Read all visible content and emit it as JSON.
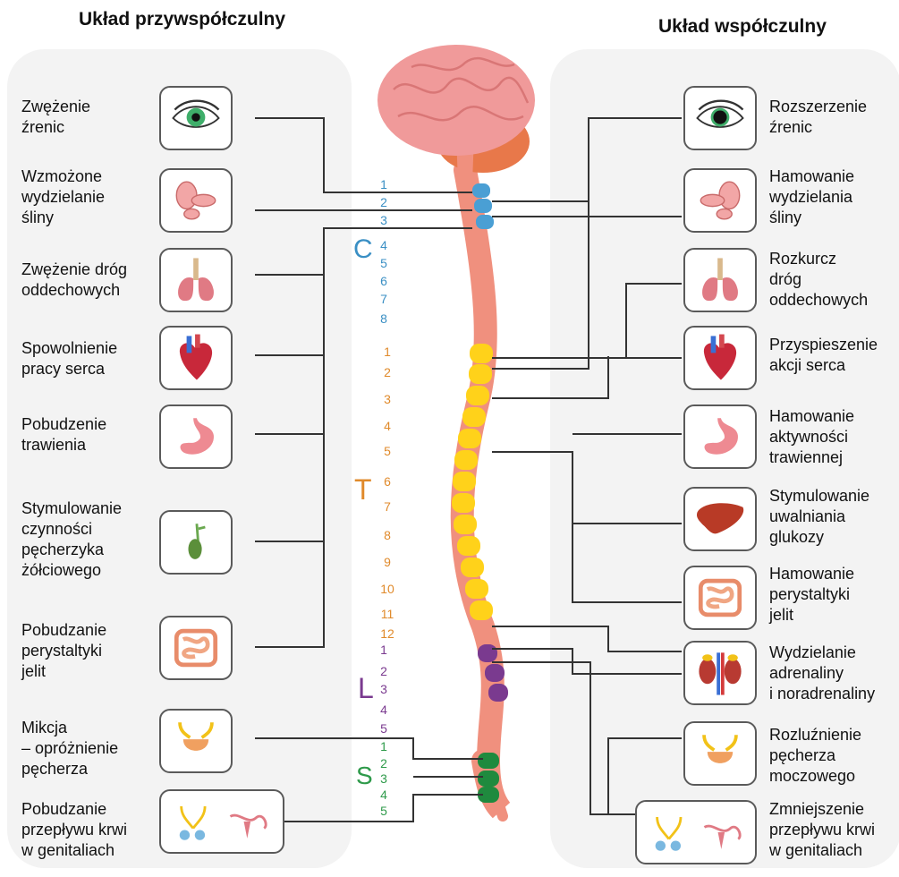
{
  "titles": {
    "left": "Układ przywspółczulny",
    "right": "Układ współczulny"
  },
  "left_labels": [
    "Zwężenie\nźrenic",
    "Wzmożone\nwydzielanie\nśliny",
    "Zwężenie dróg\noddechowych",
    "Spowolnienie\npracy serca",
    "Pobudzenie\ntrawienia",
    "Stymulowanie\nczynności\npęcherzyka\nżółciowego",
    "Pobudzanie\nperystaltyki\njelit",
    "Mikcja\n– opróżnienie\npęcherza",
    "Pobudzanie\nprzepływu krwi\nw genitaliach"
  ],
  "right_labels": [
    "Rozszerzenie\nźrenic",
    "Hamowanie\nwydzielania\nśliny",
    "Rozkurcz\ndróg\noddechowych",
    "Przyspieszenie\nakcji serca",
    "Hamowanie\naktywności\ntrawiennej",
    "Stymulowanie\nuwalniania\nglukozy",
    "Hamowanie\nperystaltyki\njelit",
    "Wydzielanie\nadrenaliny\ni noradrenaliny",
    "Rozluźnienie\npęcherza\nmoczowego",
    "Zmniejszenie\nprzepływu krwi\nw genitaliach"
  ],
  "left_icons": [
    "eye-icon",
    "salivary-gland-icon",
    "lungs-icon",
    "heart-icon",
    "stomach-icon",
    "gallbladder-icon",
    "intestines-icon",
    "bladder-icon",
    "genitals-icon"
  ],
  "right_icons": [
    "eye-icon",
    "salivary-gland-icon",
    "lungs-icon",
    "heart-icon",
    "stomach-icon",
    "liver-icon",
    "intestines-icon",
    "kidneys-icon",
    "bladder-icon",
    "genitals-icon"
  ],
  "segments": {
    "C": {
      "letter": "C",
      "color": "#3a8fc4",
      "numbers": [
        "1",
        "2",
        "3",
        "4",
        "5",
        "6",
        "7",
        "8"
      ]
    },
    "T": {
      "letter": "T",
      "color": "#e08a2b",
      "numbers": [
        "1",
        "2",
        "3",
        "4",
        "5",
        "6",
        "7",
        "8",
        "9",
        "10",
        "11",
        "12"
      ]
    },
    "L": {
      "letter": "L",
      "color": "#7a3a8f",
      "numbers": [
        "1",
        "2",
        "3",
        "4",
        "5"
      ]
    },
    "S": {
      "letter": "S",
      "color": "#2e9a4a",
      "numbers": [
        "1",
        "2",
        "3",
        "4",
        "5"
      ]
    }
  },
  "colors": {
    "brain": "#f09a9a",
    "cerebellum": "#e8784a",
    "spinal_cord": "#f0907e",
    "cervical_ganglia": "#4a9fd4",
    "thoracic_ganglia": "#ffd21a",
    "lumbar_ganglia": "#7a3a8f",
    "sacral_ganglia": "#1f8a3e",
    "wire": "#333333",
    "panel_bg": "#f3f3f3",
    "box_border": "#5a5a5a"
  }
}
